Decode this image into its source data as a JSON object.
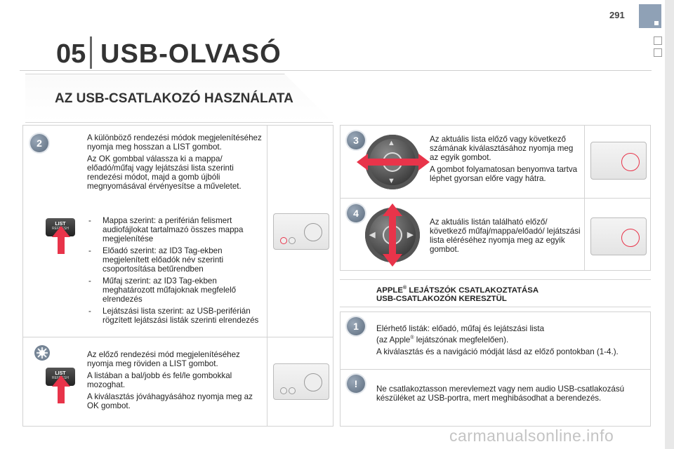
{
  "page_number": "291",
  "chapter": {
    "number": "05",
    "title": "USB-OLVASÓ"
  },
  "section_title": "AZ USB-CSATLAKOZÓ HASZNÁLATA",
  "left_panel": {
    "step": "2",
    "intro_1": "A különböző rendezési módok megjelenítéséhez nyomja meg hosszan a LIST gombot.",
    "intro_2": "Az OK gombbal válassza ki a mappa/ előadó/műfaj vagy lejátszási lista szerinti rendezési módot, majd a gomb újbóli megnyomásával érvényesítse a műveletet.",
    "bullets": [
      "Mappa szerint: a periférián felismert audiofájlokat tartalmazó összes mappa megjelenítése",
      "Előadó szerint: az ID3 Tag-ekben megjelenített előadók név szerinti csoportosítása betűrendben",
      "Műfaj szerint: az ID3 Tag-ekben meghatározott műfajoknak megfelelő elrendezés",
      "Lejátszási lista szerint: az USB-periférián rögzített lejátszási listák szerinti elrendezés"
    ],
    "list_button_label": "LIST",
    "list_button_sub": "REFRESH",
    "bottom_1": "Az előző rendezési mód megjelenítéséhez nyomja meg röviden a LIST gombot.",
    "bottom_2": "A listában a bal/jobb és fel/le gombokkal mozoghat.",
    "bottom_3": "A kiválasztás jóváhagyásához nyomja meg az OK gombot."
  },
  "step3": {
    "step": "3",
    "text_1": "Az aktuális lista előző vagy következő számának kiválasztásához nyomja meg az egyik gombot.",
    "text_2": "A gombot folyamatosan benyomva tartva léphet gyorsan előre vagy hátra."
  },
  "step4": {
    "step": "4",
    "text_1": "Az aktuális listán található előző/ következő műfaj/mappa/előadó/ lejátszási lista eléréséhez nyomja meg az egyik gombot."
  },
  "apple": {
    "title_1": "APPLE",
    "title_sup": "®",
    "title_2": " LEJÁTSZÓK CSATLAKOZTATÁSA",
    "title_3": "USB-CSATLAKOZÓN KERESZTÜL",
    "step": "1",
    "text_1": "Elérhető listák: előadó, műfaj és lejátszási lista",
    "text_2a": "(az Apple",
    "text_2b": "®",
    "text_2c": " lejátszónak megfelelően).",
    "text_3": "A kiválasztás és a navigáció módját lásd az előző pontokban (1-4.).",
    "warning": "Ne csatlakoztasson merevlemezt vagy nem audio USB-csatlakozású készüléket az USB-portra, mert meghibásodhat a berendezés.",
    "warning_symbol": "!"
  },
  "watermark": "carmanualsonline.info",
  "colors": {
    "accent_red": "#e8344a",
    "badge": "#6c7c8e",
    "corner_box": "#8fa1b6"
  }
}
